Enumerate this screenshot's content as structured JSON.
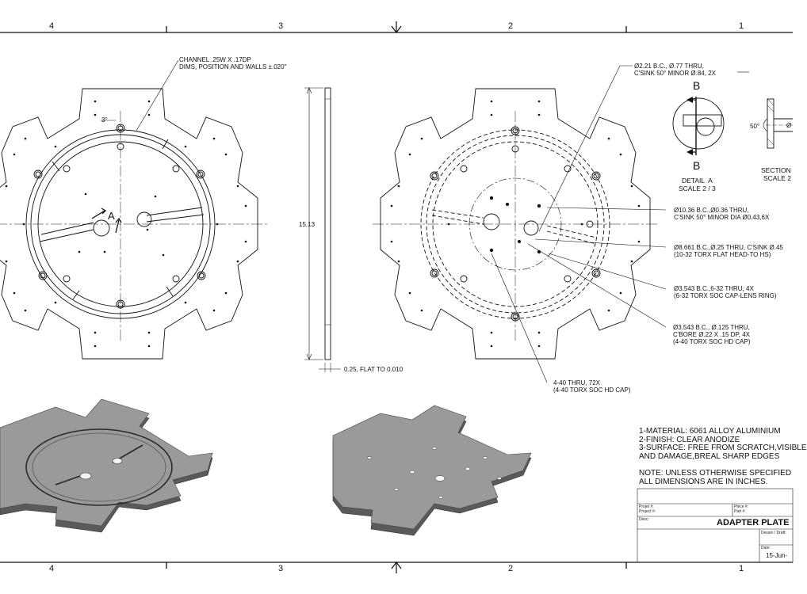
{
  "border": {
    "zones_top": [
      "4",
      "3",
      "2",
      "1"
    ],
    "zones_bottom": [
      "4",
      "3",
      "2",
      "1"
    ]
  },
  "callouts": {
    "channel": "CHANNEL .25W X .17DP\nDIMS, POSITION AND WALLS ±.020\"",
    "angle": "3°",
    "detail_marker": "A",
    "height_dim": "15.13",
    "thickness_dim": "0.25, FLAT TO 0.010",
    "hole_221": "Ø2.21 B.C., Ø.77 THRU,\nC'SINK 50° MINOR Ø.84, 2X",
    "hole_1036": "Ø10.36 B.C.,Ø0.36 THRU,\nC'SINK 50° MINOR DIA Ø0.43,6X",
    "hole_8661": "Ø8.661 B.C.,Ø.25 THRU, C'SINK Ø.45\n(10-32 TORX FLAT HEAD-TO HS)",
    "hole_3543_a": "Ø3.543 B.C.,6-32 THRU, 4X\n(6-32 TORX SOC CAP-LENS RING)",
    "hole_3543_b": "Ø3.543 B.C., Ø.125 THRU,\nC'BORE Ø.22 X .15 DP, 4X\n(4-40 TORX SOC HD CAP)",
    "hole_440": "4-40 THRU, 72X\n(4-40 TORX SOC HD CAP)"
  },
  "detail": {
    "section_letter_top": "B",
    "section_letter_bottom": "B",
    "detail_label": "DETAIL  A",
    "detail_scale": "SCALE 2 / 3",
    "angle": "50°",
    "section_label": "SECTION",
    "section_scale": "SCALE 2",
    "dia_partial": "Ø"
  },
  "notes": {
    "material": "1-MATERIAL: 6061 ALLOY ALUMINIUM\n2-FINISH: CLEAR ANODIZE\n3-SURFACE: FREE FROM SCRATCH,VISIBLE\nAND DAMAGE,BREAL SHARP EDGES",
    "note": "NOTE: UNLESS OTHERWISE SPECIFIED\nALL DIMENSIONS ARE IN INCHES."
  },
  "title_block": {
    "project_label": "Projet #:\nProject #:",
    "piece_label": "Pièce #:\nPart #:",
    "desc_label": "Desc:",
    "title": "ADAPTER PLATE",
    "draft_label": "Dessin / Draft:",
    "date_label": "Date:",
    "date_value": "15-Jun-"
  },
  "colors": {
    "line": "#111111",
    "iso_fill": "#8e8e8e",
    "iso_edge": "#4d4d4d"
  }
}
